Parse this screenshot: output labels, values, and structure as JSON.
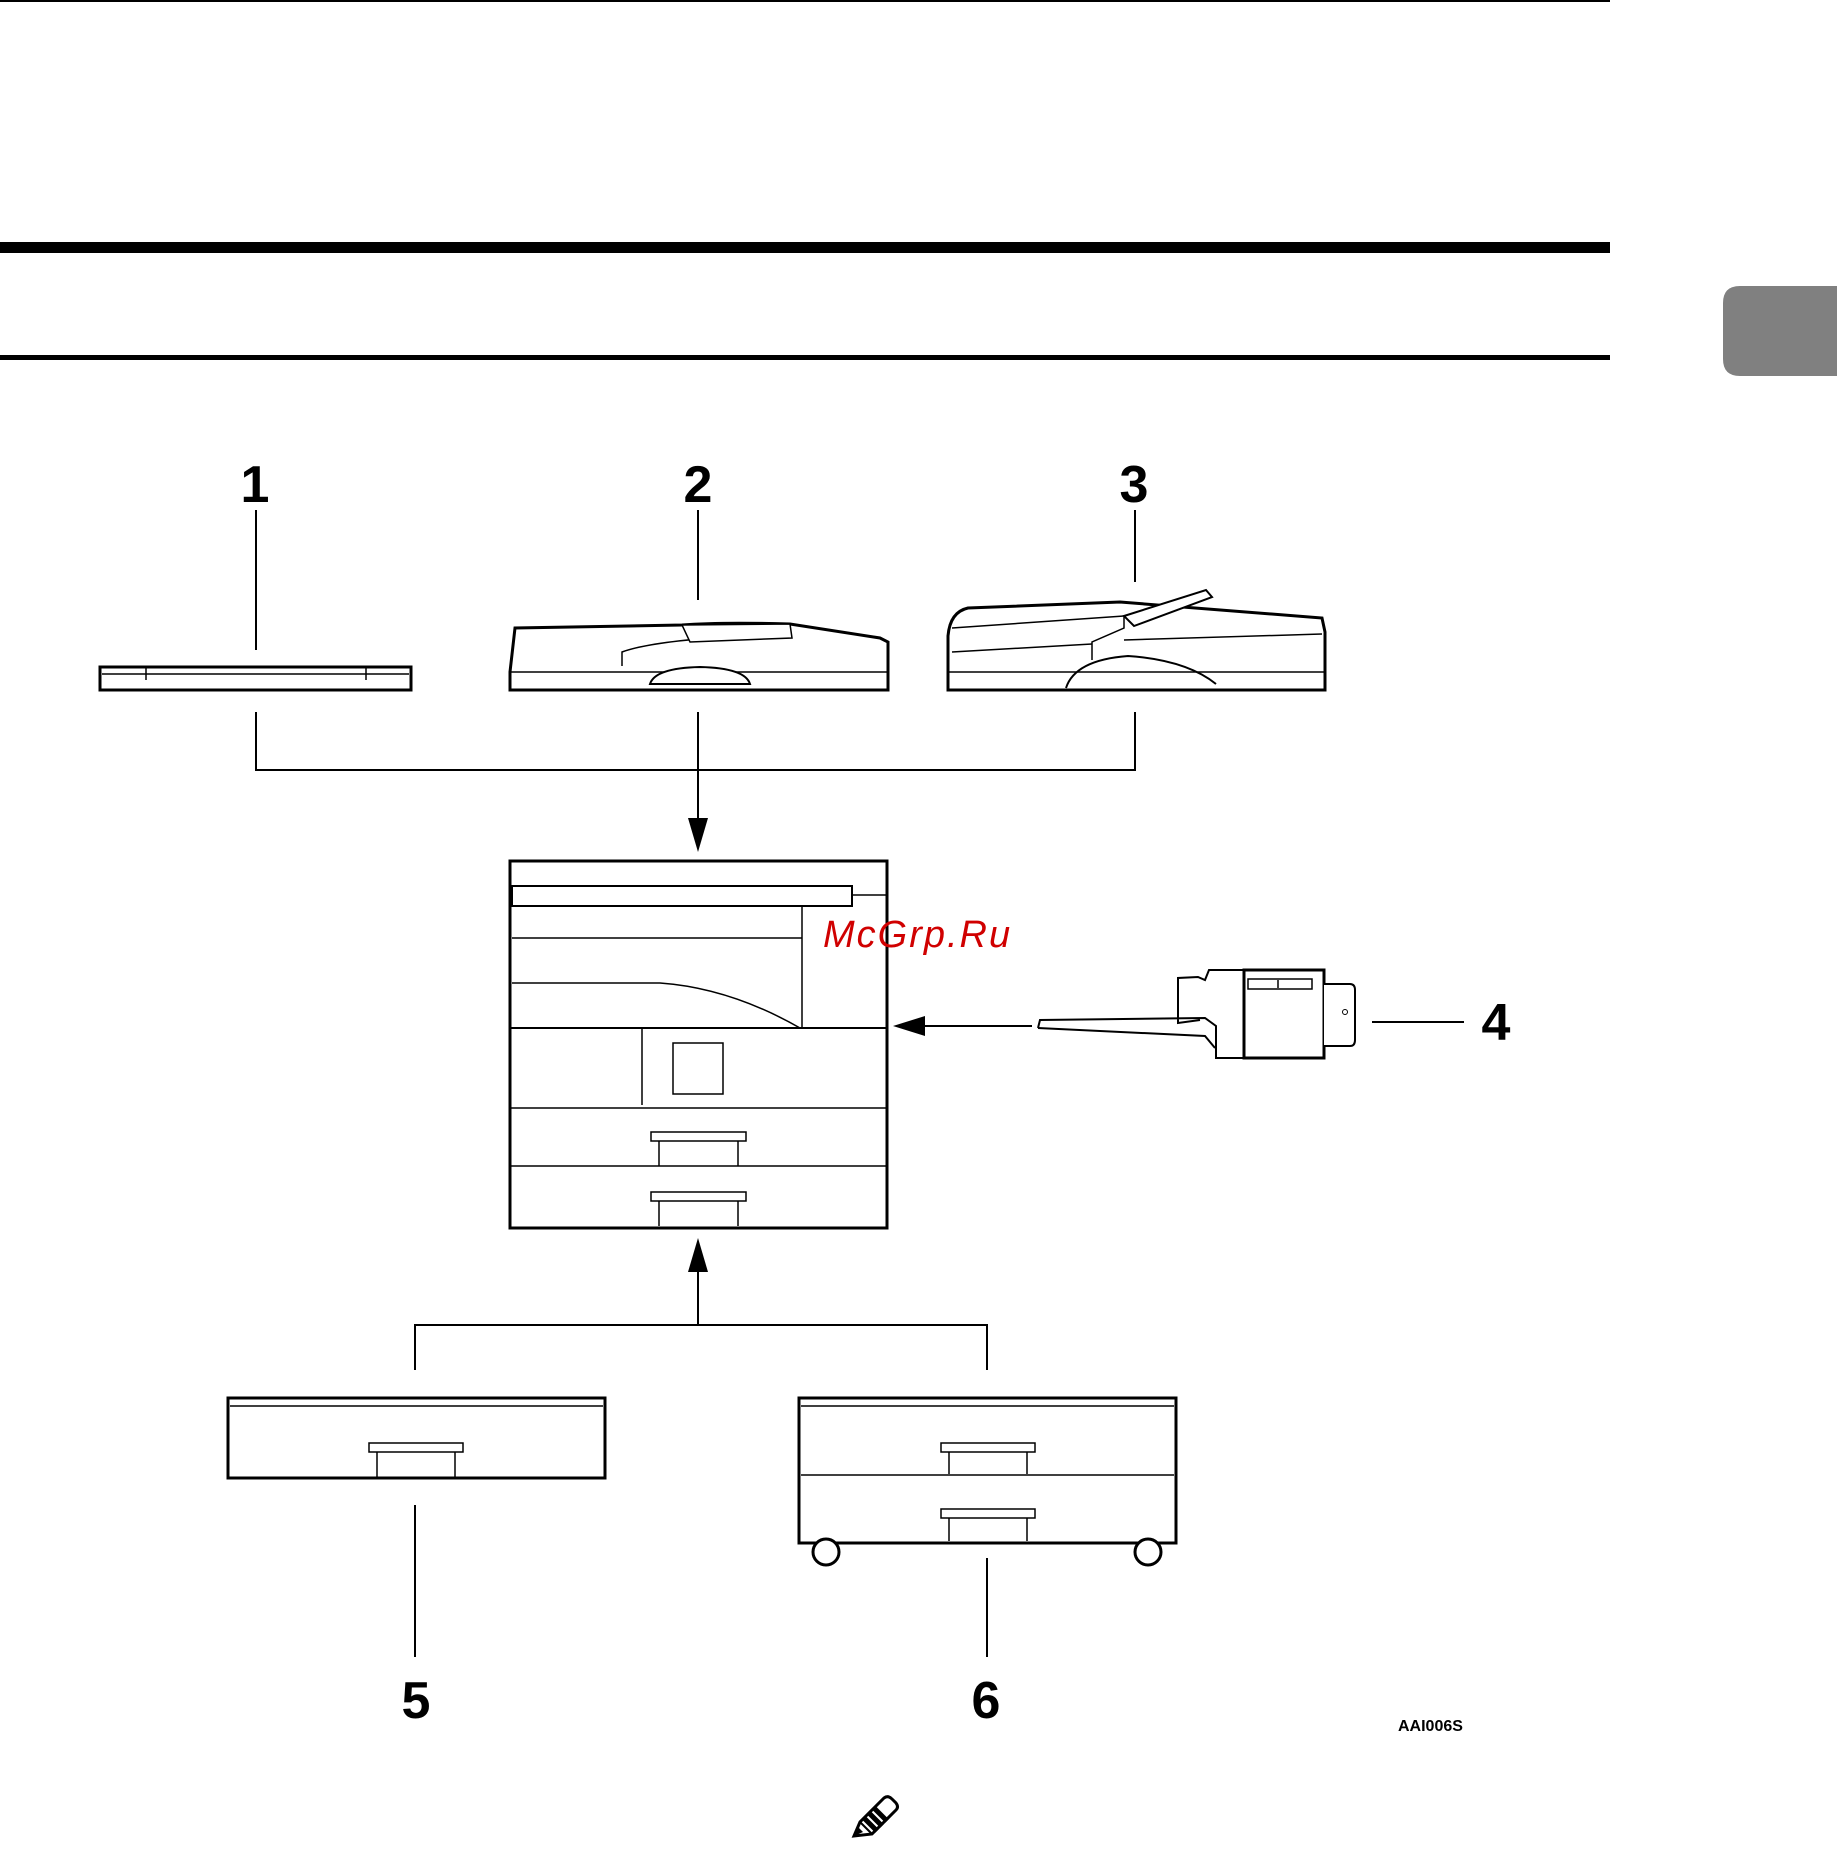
{
  "figure": {
    "callouts": [
      "1",
      "2",
      "3",
      "4",
      "5",
      "6"
    ],
    "figure_code": "AAI006S"
  },
  "watermark": "McGrp.Ru",
  "chapter_tab": {
    "color": "#808080"
  },
  "note_icon": "pencil-note-icon"
}
